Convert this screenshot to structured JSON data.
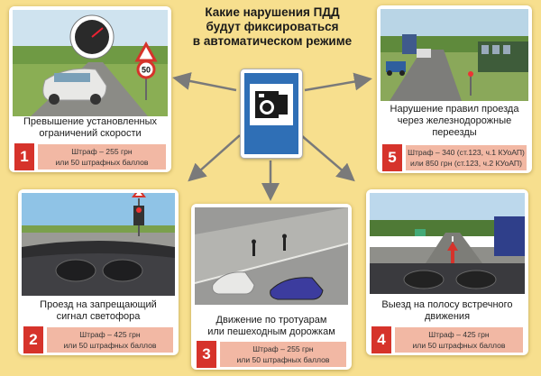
{
  "title": {
    "line1": "Какие нарушения ПДД",
    "line2": "будут фиксироваться",
    "line3": "в автоматическом режиме"
  },
  "center_sign": {
    "icon": "camera-icon",
    "color": "#2f6fb6"
  },
  "violations": [
    {
      "number": "1",
      "caption_line1": "Превышение установленных",
      "caption_line2": "ограничений скорости",
      "caption_line3": "",
      "fine_line1": "Штраф – 255 грн",
      "fine_line2": "или 50 штрафных баллов",
      "sign_value": "50"
    },
    {
      "number": "2",
      "caption_line1": "Проезд на запрещающий",
      "caption_line2": "сигнал светофора",
      "fine_line1": "Штраф – 425 грн",
      "fine_line2": "или 50 штрафных баллов"
    },
    {
      "number": "3",
      "caption_line1": "Движение по тротуарам",
      "caption_line2": "или пешеходным дорожкам",
      "fine_line1": "Штраф – 255 грн",
      "fine_line2": "или 50 штрафных баллов"
    },
    {
      "number": "4",
      "caption_line1": "Выезд на полосу встречного",
      "caption_line2": "движения",
      "fine_line1": "Штраф – 425 грн",
      "fine_line2": "или 50 штрафных баллов"
    },
    {
      "number": "5",
      "caption_line1": "Нарушение правил проезда",
      "caption_line2": "через железнодорожные",
      "caption_line3": "переезды",
      "fine_line1": "Штраф – 340 (ст.123, ч.1 КУоАП)",
      "fine_line2": "или 850 грн (ст.123, ч.2 КУоАП)"
    }
  ],
  "colors": {
    "background": "#f7df8e",
    "number_badge": "#d6332b",
    "fine_box": "#f2b8a4"
  }
}
